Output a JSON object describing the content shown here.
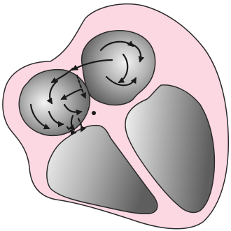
{
  "diagram": {
    "colors": {
      "background": "#ffffff",
      "tissue_fill": "#fcd8e2",
      "outline": "#2a2a2a",
      "chamber_light": "#f4f4f4",
      "chamber_mid": "#b0b0b0",
      "chamber_dark": "#5e5e5e",
      "arrow": "#1a1a1a"
    },
    "chambers": [
      "right-atrium",
      "left-atrium",
      "right-ventricle",
      "left-ventricle"
    ],
    "flow_arrows": {
      "left_atrium_count": 5,
      "right_atrium_count": 8,
      "dashed_count": 3
    }
  }
}
